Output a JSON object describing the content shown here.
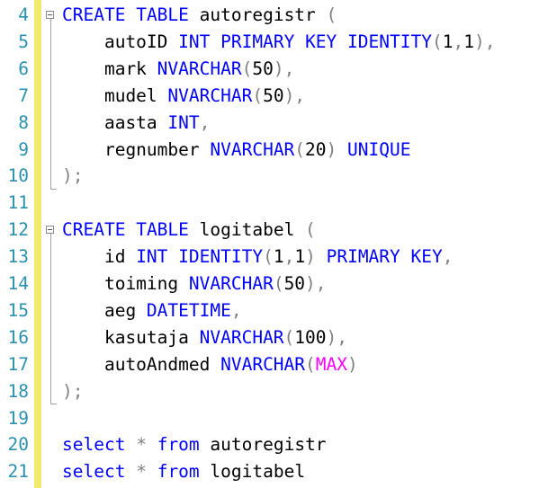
{
  "editor": {
    "lines": [
      {
        "number": "4",
        "tokens": [
          [
            "kw",
            "CREATE"
          ],
          [
            "plain",
            " "
          ],
          [
            "kw",
            "TABLE"
          ],
          [
            "plain",
            " autoregistr "
          ],
          [
            "gray",
            "("
          ]
        ]
      },
      {
        "number": "5",
        "tokens": [
          [
            "plain",
            "    autoID "
          ],
          [
            "kw",
            "INT"
          ],
          [
            "plain",
            " "
          ],
          [
            "kw",
            "PRIMARY"
          ],
          [
            "plain",
            " "
          ],
          [
            "kw",
            "KEY"
          ],
          [
            "plain",
            " "
          ],
          [
            "kw",
            "IDENTITY"
          ],
          [
            "gray",
            "("
          ],
          [
            "plain",
            "1"
          ],
          [
            "gray",
            ","
          ],
          [
            "plain",
            "1"
          ],
          [
            "gray",
            "),"
          ]
        ]
      },
      {
        "number": "6",
        "tokens": [
          [
            "plain",
            "    mark "
          ],
          [
            "kw",
            "NVARCHAR"
          ],
          [
            "gray",
            "("
          ],
          [
            "plain",
            "50"
          ],
          [
            "gray",
            "),"
          ]
        ]
      },
      {
        "number": "7",
        "tokens": [
          [
            "plain",
            "    mudel "
          ],
          [
            "kw",
            "NVARCHAR"
          ],
          [
            "gray",
            "("
          ],
          [
            "plain",
            "50"
          ],
          [
            "gray",
            "),"
          ]
        ]
      },
      {
        "number": "8",
        "tokens": [
          [
            "plain",
            "    aasta "
          ],
          [
            "kw",
            "INT"
          ],
          [
            "gray",
            ","
          ]
        ]
      },
      {
        "number": "9",
        "tokens": [
          [
            "plain",
            "    regnumber "
          ],
          [
            "kw",
            "NVARCHAR"
          ],
          [
            "gray",
            "("
          ],
          [
            "plain",
            "20"
          ],
          [
            "gray",
            ")"
          ],
          [
            "plain",
            " "
          ],
          [
            "kw",
            "UNIQUE"
          ]
        ]
      },
      {
        "number": "10",
        "tokens": [
          [
            "gray",
            ");"
          ]
        ]
      },
      {
        "number": "11",
        "tokens": []
      },
      {
        "number": "12",
        "tokens": [
          [
            "kw",
            "CREATE"
          ],
          [
            "plain",
            " "
          ],
          [
            "kw",
            "TABLE"
          ],
          [
            "plain",
            " logitabel "
          ],
          [
            "gray",
            "("
          ]
        ]
      },
      {
        "number": "13",
        "tokens": [
          [
            "plain",
            "    id "
          ],
          [
            "kw",
            "INT"
          ],
          [
            "plain",
            " "
          ],
          [
            "kw",
            "IDENTITY"
          ],
          [
            "gray",
            "("
          ],
          [
            "plain",
            "1"
          ],
          [
            "gray",
            ","
          ],
          [
            "plain",
            "1"
          ],
          [
            "gray",
            ")"
          ],
          [
            "plain",
            " "
          ],
          [
            "kw",
            "PRIMARY"
          ],
          [
            "plain",
            " "
          ],
          [
            "kw",
            "KEY"
          ],
          [
            "gray",
            ","
          ]
        ]
      },
      {
        "number": "14",
        "tokens": [
          [
            "plain",
            "    toiming "
          ],
          [
            "kw",
            "NVARCHAR"
          ],
          [
            "gray",
            "("
          ],
          [
            "plain",
            "50"
          ],
          [
            "gray",
            "),"
          ]
        ]
      },
      {
        "number": "15",
        "tokens": [
          [
            "plain",
            "    aeg "
          ],
          [
            "kw",
            "DATETIME"
          ],
          [
            "gray",
            ","
          ]
        ]
      },
      {
        "number": "16",
        "tokens": [
          [
            "plain",
            "    kasutaja "
          ],
          [
            "kw",
            "NVARCHAR"
          ],
          [
            "gray",
            "("
          ],
          [
            "plain",
            "100"
          ],
          [
            "gray",
            "),"
          ]
        ]
      },
      {
        "number": "17",
        "tokens": [
          [
            "plain",
            "    autoAndmed "
          ],
          [
            "kw",
            "NVARCHAR"
          ],
          [
            "gray",
            "("
          ],
          [
            "fn",
            "MAX"
          ],
          [
            "gray",
            ")"
          ]
        ]
      },
      {
        "number": "18",
        "tokens": [
          [
            "gray",
            ");"
          ]
        ]
      },
      {
        "number": "19",
        "tokens": []
      },
      {
        "number": "20",
        "tokens": [
          [
            "kw",
            "select"
          ],
          [
            "plain",
            " "
          ],
          [
            "gray",
            "*"
          ],
          [
            "plain",
            " "
          ],
          [
            "kw",
            "from"
          ],
          [
            "plain",
            " autoregistr"
          ]
        ]
      },
      {
        "number": "21",
        "tokens": [
          [
            "kw",
            "select"
          ],
          [
            "plain",
            " "
          ],
          [
            "gray",
            "*"
          ],
          [
            "plain",
            " "
          ],
          [
            "kw",
            "from"
          ],
          [
            "plain",
            " logitabel"
          ]
        ]
      }
    ]
  },
  "colors": {
    "keyword": "#0000ff",
    "function": "#ff00ff",
    "operator": "#808080",
    "line_number": "#2b91af",
    "change_bar": "#f2e86d"
  }
}
